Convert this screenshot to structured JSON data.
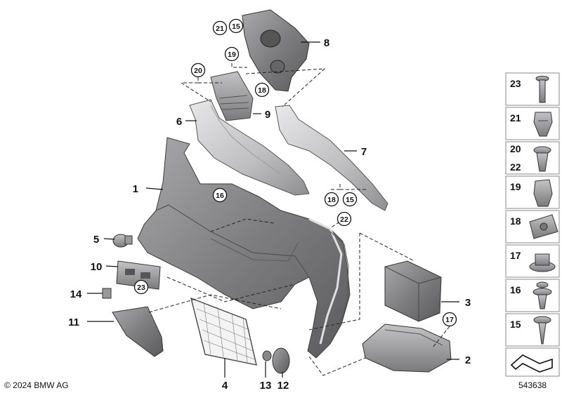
{
  "diagram": {
    "main_labels": [
      "1",
      "2",
      "3",
      "4",
      "5",
      "6",
      "7",
      "8",
      "9",
      "10",
      "11",
      "12",
      "13",
      "14"
    ],
    "circle_labels": [
      "21",
      "15",
      "19",
      "20",
      "18",
      "16",
      "18",
      "15",
      "22",
      "23",
      "17"
    ],
    "sidebar_labels": [
      "23",
      "21",
      "20",
      "22",
      "19",
      "18",
      "17",
      "16",
      "15"
    ]
  },
  "footer": {
    "copyright": "© 2024 BMW AG",
    "reference": "543638"
  }
}
